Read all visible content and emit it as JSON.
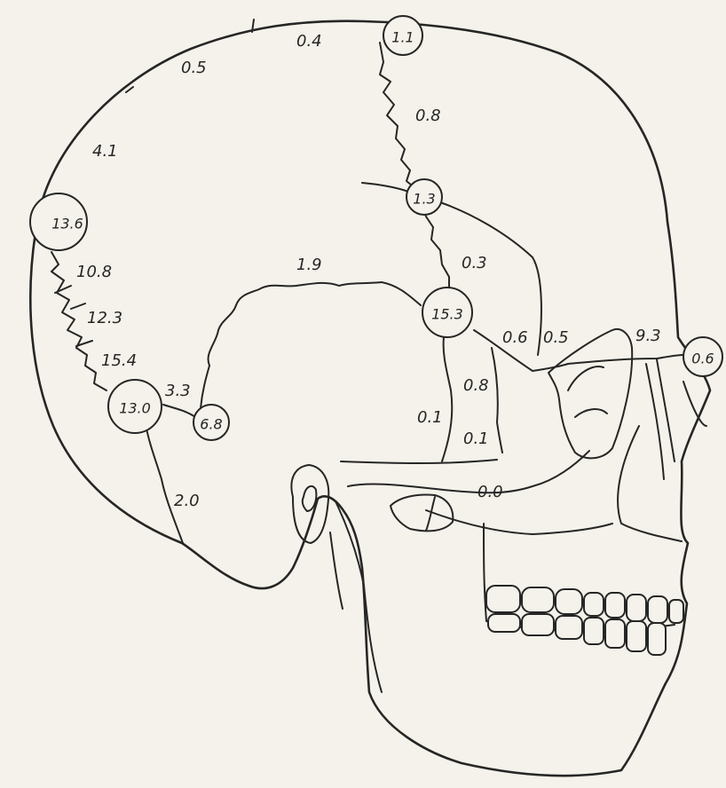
{
  "labels": {
    "top_0_4": "0.4",
    "top_0_5": "0.5",
    "bregma_1_1": "1.1",
    "coronal_0_8": "0.8",
    "posterior_4_1": "4.1",
    "lambda_13_6": "13.6",
    "coronal_mid_1_3": "1.3",
    "squamosal_1_9": "1.9",
    "sphenoid_0_3": "0.3",
    "lambdoid_10_8": "10.8",
    "lambdoid_12_3": "12.3",
    "pterion_15_3": "15.3",
    "sphenozyg_0_6": "0.6",
    "zygo_0_5": "0.5",
    "nasal_9_3": "9.3",
    "nasion_0_6": "0.6",
    "lambdoid_15_4": "15.4",
    "sphenoid_0_8": "0.8",
    "asterion_3_3": "3.3",
    "asterion_13_0": "13.0",
    "mastoid_6_8": "6.8",
    "temporal_0_1a": "0.1",
    "temporal_0_1b": "0.1",
    "occipital_2_0": "2.0",
    "zygomatic_0_0": "0.0"
  }
}
